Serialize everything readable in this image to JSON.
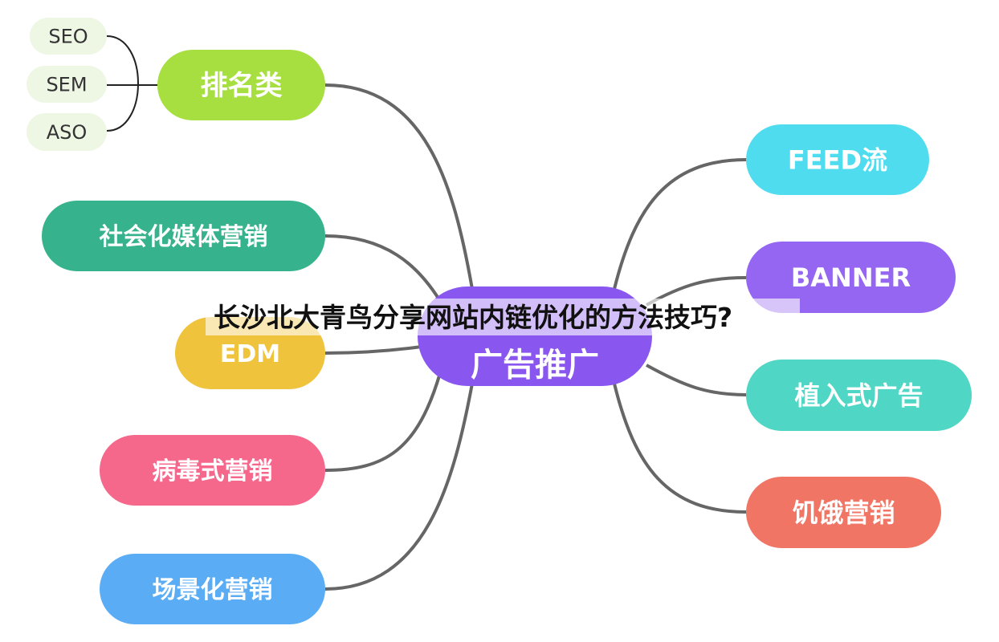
{
  "title": "长沙北大青鸟分享网站内链优化的方法技巧?",
  "center": {
    "label": "广告推广",
    "color": "#8a56f0"
  },
  "left_nodes": [
    {
      "label": "排名类",
      "color": "#a7df40",
      "children": [
        "SEO",
        "SEM",
        "ASO"
      ]
    },
    {
      "label": "社会化媒体营销",
      "color": "#36b38d"
    },
    {
      "label": "EDM",
      "color": "#f0c33c"
    },
    {
      "label": "病毒式营销",
      "color": "#f5688b"
    },
    {
      "label": "场景化营销",
      "color": "#5aacf5"
    }
  ],
  "right_nodes": [
    {
      "label": "FEED流",
      "color": "#4fdcef"
    },
    {
      "label": "BANNER",
      "color": "#9566f2"
    },
    {
      "label": "植入式广告",
      "color": "#4fd6c4"
    },
    {
      "label": "饥饿营销",
      "color": "#f07565"
    }
  ],
  "sub_color": "#eef6e4",
  "line_color": "#666666"
}
